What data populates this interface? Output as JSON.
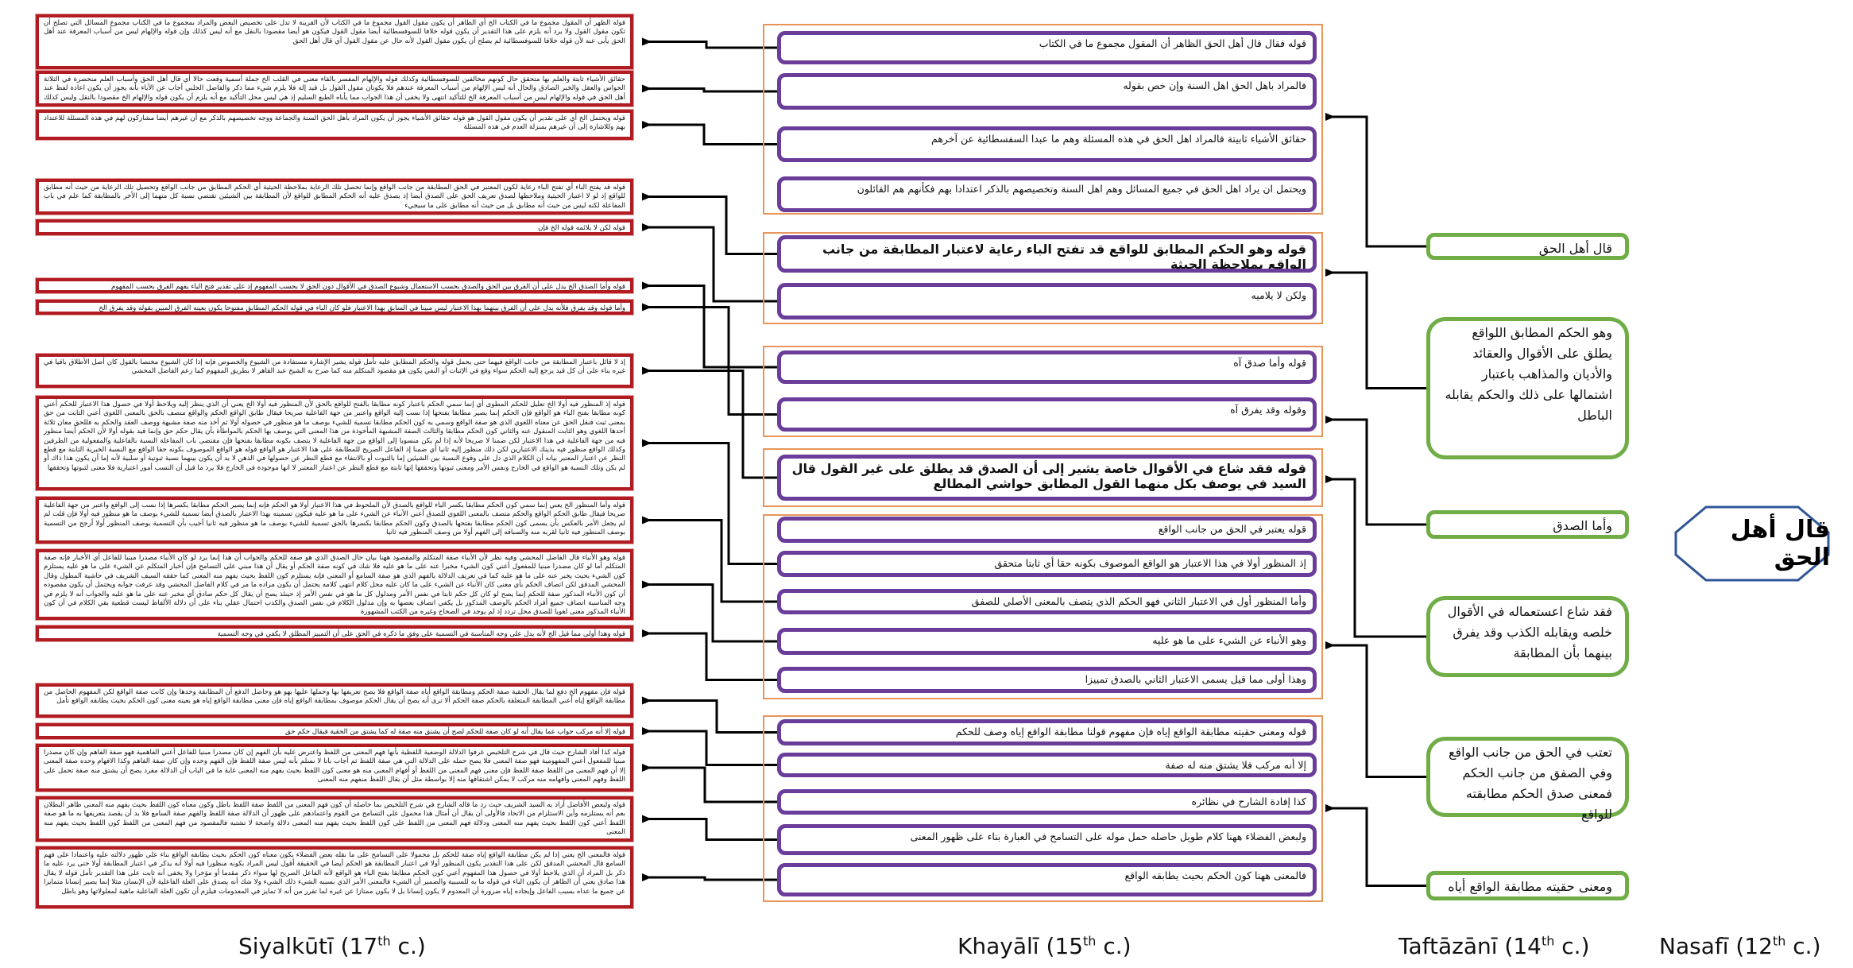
{
  "root": {
    "label": "قال أهل الحق"
  },
  "columns": [
    {
      "name": "Siyalkūtī (17",
      "ord": "th",
      "suffix": " c.)"
    },
    {
      "name": "Khayālī (15",
      "ord": "th",
      "suffix": " c.)"
    },
    {
      "name": "Taftāzānī (14",
      "ord": "th",
      "suffix": " c.)"
    },
    {
      "name": "Nasafī (12",
      "ord": "th",
      "suffix": " c.)"
    }
  ],
  "taftazani": [
    "قال أهل الحق",
    "وهو الحكم المطابق اللواقع يطلق على الأقوال والعقائد والأديان والمذاهب باعتبار اشتمالها على ذلك والحكم يقابله الباطل",
    "وأما الصدق",
    "فقد شاع اعستعماله في الأقوال خلصه ويقابله الكذب وقد يفرق بينهما بأن المطابقة",
    "تعتب في الحق من جانب الواقع وفي الصفق من جانب الحكم فمعنى صدق الحكم مطابقته للواقع",
    "ومعنى حقيته مطابقة الواقع أياه"
  ],
  "khayali": [
    "قوله فقال قال أهل الحق الظاهر أن المقول مجموع ما في الكتاب",
    "فالمراد باهل الحق اهل السنة وإن خص بقوله",
    "حقائق الأشياء ثابيتة فالمراد اهل الحق في هذه المسئلة وهم ما عبدا السفسطائية عن آخرهم",
    "ويحتمل ان يراد اهل الحق في جميع المسائل وهم اهل السنة وتخصيصهم بالذكر اعتدادا بهم فكأنهم هم القائلون",
    "قوله وهو الحكم المطابق للواقع قد تفتح الباء رعاية لاعتبار المطابقة من جانب الواقع بملاحظة الحيثة",
    "ولكن لا يلاميه",
    "قوله وأما صدق آه",
    "وقوله وقد يفرق آه",
    "قوله فقد شاع في الأقوال خاصة يشير إلى أن الصدق قد يطلق على غير القول قال السيد في يوصف بكل منهما القول المطابق حواشي المطالع",
    "قوله يعتبر في الحق من جانب الواقع",
    "إذ المنظور أولا في هذا الاعتبار هو الواقع الموصوف بكونه حقا أي ثابتا متحقق",
    "وأما المنظور أول في الاعتبار الثاني فهو الحكم الذي يتصف بالمعنى الأصلي للصفق",
    "وهو الأنباء عن الشيء على ما هو عليه",
    "وهذا أولى مما قيل يسمى الاعتبار الثاني بالصدق تمييزا",
    "قوله ومعنى حقيته مطابقة الواقع إياه فإن مفهوم قولنا مطابقة الواقع إياه وصف للحكم",
    "إلا أنه مركب فلا يشتق منه له صفة",
    "كذا إفادة الشارح في نظائره",
    "ولبعض الفضلاء ههنا كلام طويل حاصله حمل موله على التسامح في العبارة بناء على ظهور المعنى",
    "فالمعنى ههنا كون الحكم بحيث يطابقه الواقع"
  ],
  "siyalkuti": [
    "قوله الظهر أن المقول مجموع ما في الكتاب الخ أي الظاهر أن يكون مقول القول مجموع ما في الكتاب لأن القرينة لا تدل على تخصيص البعض والمراد بمجموع ما في الكتاب مجموع المسائل التي تصلح أن تكون مقول القول ولا يرد أنه يلزم على هذا التقدير أن يكون قوله خلافا للسوفسطائية أيضا مقول القول فيكون هو أيضا مقصودا بالنقل مع أنه ليس كذلك وإن قوله والإلهام ليس من أسباب المعرفة عند أهل الحق يأبى عنه لأن قوله خلافا للسوفسطائية لم يصلح أن يكون مقول القول لأنه حال عن مقول القول أي قال أهل الحق",
    "حقائق الأشياء ثابتة والعلم بها متحقق حال كونهم مخالفين للسوفسطائية وكذلك قوله والإلهام المفسر بالقاء معنى في القلب الخ جملة أسمية وقعت حالا أي قال أهل الحق وأسباب العلم منحصرة في الثلاثة الحواس والعقل والخبر الصادق والحال أنه ليس الإلهام من أسباب المعرفة عندهم فلا يكونان مقول القول بل قيد إله فلا يلزم شيء مما ذكر والفاضل الحلبي أجاب عن الأباء بأنه يجوز أن يكون اعادة لفظ عند أهل الحق في قوله والإلهام ليس من أسباب المعرفة الخ للتأكيد انتهى ولا يخفى أن هذا الجواب مما يأباه الطبع السليم إذ هي ليس محل التأكيد مع أنه يلزم أن يكون قوله والإلهام الخ مقصودا بالنقل وليس كذلك فإنه إنما ذكره لدفع بطلان حصر أسباب العلم في الثلاثة كما سيجيء",
    "قوله ويحتمل الخ أي على تقدير أن يكون مقول القول هو قوله حقائق الأشياء يجوز أن يكون المراد بأهل الحق السنة والجماعة ووجه تخصيصهم بالذكر مع أن غيرهم أيضا مشاركون لهم في هذه المسئلة للاعتداد بهم وللاشارة إلى أن غيرهم بمنزلة العدم في هذه المسئلة",
    "قوله قد يفتح الباء أي تفتح الباء رعاية لكون المعتبر في الحق المطابقة من جانب الواقع وإنما تحصل تلك الرعاية بملاحظة الحيثية أي الحكم المطابق من جانب الواقع وتحصيل تلك الرعاية من حيث أنه مطابق للواقع إذ لو لا اعتبار الحيثية وملاحظها لصدق تعريف الحق على الصدق أيضا إذ يصدق عليه أنه الحكم المطابق للواقع لأن المطابقة بين الشيئين تقتضي نسبة كل منهما إلى الأخر بالمطابقة كما علم في باب المفاعلة لكنه ليس من حيث أنه مطابق بل من حيث أنه مطابق على ما سيجيء",
    "قوله لكن لا يلائمه قوله الخ فإن",
    "قوله وأما الصدق الخ يدل على أن الفرق بين الحق والصدق بحسب الاستعمال وشيوع الصدق في الأقوال دون الحق لا بحسب المفهوم إذ على تقدير فتح الباء يفهم الفرق بحسب المفهوم",
    "وأما قوله وقد يفرق فلأنه يدل على أن الفرق بينهما بهذا الاعتبار ليس مبينا في السابق بهذا الاعتبار فلو كان الباء في قوله الحكم المطابق مفتوحا يكون بعينه الفرق المبين بقوله وقد يفرق الخ",
    "إذ لا قائل باعتبار المطابقة من جانب الواقع فيهما حتى يحمل قوله والحكم المطابق عليه تأمل قوله يشير الإشارة مستفادة من الشيوع والخصوص فإنه إذا كان الشيوع مختصا بالقول كان أصل الأطلاق باقيا في غيره بناء على أن كل قيد يرجع إليه الحكم سواء وقع في الإثبات أو النفي يكون هو مقصود المتكلم منه كما صرح به الشيخ عبد القاهر لا بطريق المفهوم كما زعم الفاضل المحشي",
    "قوله إذ المنظور فيه أولا الخ تعليل للحكم المطوى أي إنما سمي الحكم باعتبار كونه مطابقا بالفتح للواقع بالحق لأن المنظور فيه أولا الخ يعني أن الذي ينظر إليه ويلاحظ أولا في حصول هذا الاعتبار للحكم أعني كونه مطابقا بفتح الباء هو الواقع فإن الحكم إنما يصير مطابقا بفتحها إذا نسب إليه الواقع واعتبر من جهة الفاعلية صريحا فيقال طابق الواقع الحكم والواقع متصف بالحق بالمعنى اللغوي أعني الثابت من حق بمعنى ثبت فنقل الحق عن معناه اللغوي الذي هو صفة الواقع وسمي به كون الحكم مطابقا تسمية للشيء بوصف ما هو منظور في حصوله أولا ثم أخذ منه صفة مشبهة ووصف العقد والحكم به فللحق معان ثلاثة أحدها اللغوي وهو الثابت المنقول عنه والثاني كون الحكم مطابقا والثالث الصفة المشبهة المأخوذة من هذا المعنى التي يوصف بها الحكم بالمواطأة بأن يقال حكم حق وإنما قيد بقوله أولا لأن الحكم أيضا منظور فيه من جهة الفاعلية في هذا الاعتبار لكن ضمنا لا صريحا لأنه إذا لم يكن منسوبا إلى الواقع من جهة الفاعلية لا يتصف بكونه مطابقا بفتحها فإن مقتضى باب المفاعلة النسبة بالفاعلية والمفعولية من الطرفين وكذلك الواقع منظور فيه بذينك الاعتبارين لكن ذلك منظور إليه ثانيا أي ضمنا إذ الفاعل الصريح للمطابقة على هذا الاعتبار هو الواقع قوله هو الواقع الموصوف بكونه حقا الواقع مع النسبة الخبرية الثابتة مع قطع النظر عن اعتبار المعتبر بيانه أن الكلام الذي دل على وقوع النسبة بين الشيئين إما بالثبوت أو بالانتفاء مع قطع النظر عن حصولها في الذهن لا بد أن يكون بينهما نسبة ثبوتية أو سلبية لأنه إما أن يكون هذا ذاك أو لم يكن وتلك النسبة هو الواقع في الخارج ونفس الأمر ومعنى ثبوتها وتحققها إنها ثابتة مع قطع النظر عن اعتبار المعتبر لا انها موجودة في الخارج فلا يرد ما قيل أن النسب أمور اعتبارية فلا معنى لثبوتها وتحققها",
    "قوله وأما المنظور الخ يعني إنما سمي كون الحكم مطابقا بكسر الباء للواقع بالصدق لأن الملحوظ في هذا الاعتبار أولا هو الحكم فإنه إنما يصير الحكم مطابقا بكسرها إذا نسب إلى الواقع واعتبر من جهة الفاعلية صريحا فيقال طابق الحكم الواقع والحكم متصف بالمعنى اللغوي للصدق أعني الأنباء عن الشيء على ما هو عليه فيكون تسميته بهذا الاعتبار بالصدق أيضا تسمية للشيء بوصف ما هو منظور فيه أولا فإن قلت لم لم يجعل الأمر بالعكس بأن يسمى كون الحكم مطابقا بفتحها بالصدق وكون الحكم مطابقا بكسرها بالحق تسمية للشيء بوصف ما هو منظور فيه ثانيا أجيب بأن التسمية بوصف المنظور أولا أرجح من التسمية بوصف المنظور فيه ثانيا لقربه منه والسباقه إلى الفهم أولا من وصف المنظور فيه ثانيا",
    "قوله وهو الأنباء قال الفاضل المحشي وفيه نظر لأن الأنباء صفة المتكلم والمقصود ههنا بيان حال الصدق الذي هو صفة للحكم والجواب أن هذا إنما يرد لو كان الأنباء مصدرا مبنيا للفاعل أي الأخبار فإنه صفة المتكلم أما لو كان مصدرا مبنيا للمفعول أعني كون الشيء مخبرا عنه على ما هو عليه فلا شك في كونه صفة الحكم أو يقال أن هذا مبني على التسامح فإن أخبار المتكلم عن الشيء على ما هو عليه يستلزم كون الشيء بحيث يخبر عنه على ما هو عليه كما في تعريف الدلالة بالفهم الذي هو صفة السامع أو المعنى فإنه يستلزم كون اللفظ بحيث يفهم منه المعنى كما حققه السيف الشريف في حاشية المطول وقال المحشي المدقق لكن اتصاف الحكم بأي معنى كان الأنباء عن الشيء على ما كان عليه محل كلام انتهى كلامه يحتمل أن يكون مراده ما مر في كلام الفاضل المحشي وقد عرفت جوابه ويحتمل أن يكون مقصوده أن كون الأنباء المذكور صفة للحكم إنما يصح لو كان كل حكم ثابتا في نفس الأمر ومدلول كل ما هو في نفس الأمر إذ حينئذ يصح أن يقال كل حكم صادق أي مخبر عنه على ما هو عليه والجواب أنه لا يلزم في وجه المناسبة اتصاف جميع أفراد الحكم بالوصف المذكور بل يكفي اتصاف بعضها به وإن مدلول الكلام في نفس الصدق والكذب احتمال عقلي بناء على أن دلالة الألفاظ ليست قطعية بقي الكلام في أن كون الأنباء المذكور معنى لغويا للصدق محل تردد إذ لم يوجد في الصحاح وغيره من الكتب المشهورة",
    "قوله وهذا أولى مما قيل الخ لأنه يدل على وجه المناسبة في التسمية على وفق ما ذكره في الحق على أن التمييز المطلق لا يكفي في وجه التسمية",
    "قوله فإن مفهوم الخ دفع لما يقال الحقية صفة الحكم ومطابقة الواقع أياه صفة الواقع فلا يصح تعريفها بها وحملها عليها بهو هو وحاصل الدفع أن المطابقة وحدها وإن كانت صفة الواقع لكن المفهوم الحاصل من مطابقة الواقع إياه أعني المطابقة المتعلقة بالحكم صفة الحكم ألا ترى أنه يصح أن يقال الحكم موصوف بمطابقة الواقع إياه فإن معنى مطابقة الواقع إياه هو بعينه معنى كون الحكم بحيث يطابقه الواقع تأمل",
    "قوله إلا أنه مركب جواب عما يقال أنه لو كان صفة للحكم لصح أن يشتق منه صفة له كما يشتق من الحقية فيقال حكم حق",
    "قوله كذا أفاد الشارح حيث قال في شرح التلخيص عرفوا الدلالة الوضعية اللفظية بأنها فهم المعنى من اللفظ واعترض عليه بأن الفهم إن كان مصدرا مبنيا للفاعل أعني الفاهمية فهو صفة الفاهم وإن كان مصدرا مبنيا للمفعول أعني المفهومية فهو صفة المعنى فلا يصح حمله على الدلالة التي هي صفة اللفظ ثم أجاب بانا لا نسلم بأنه ليس صفة اللفظ فإن الفهم وحده وإن كان صفة الفاهم وكذا الافهام وحده صفة المعنى إلا أن فهم المعنى من اللفظ صفة اللفظ فإن معنى فهم المعنى من اللفظ أو أفهام المعنى منه هو معنى كون اللفظ بحيث يفهم منه المعنى غاية ما في الباب أن الدلالة مفرد يصح أن يشتق منه صفة تحمل على اللفظ وفهم المعنى وافهامه منه مركب لا يمكن اشتقاقها منه إلا بواسطة مثل أن يقال اللفظ منفهم منه المعنى",
    "قوله ولبعض الأفاضل أراد به السيد الشريف حيث رد ما قاله الشارح في شرح التلخيص بما حاصله أن كون فهم المعنى من اللفظ صفة اللفظ باطل وكون معناه كون اللفظ بحيث يفهم منه المعنى ظاهر البطلان بعم أنه يستلزمه وأين الاستلزام من الاتحاد فالأولى أن يقال أن أمثال هذا محمول على التسامح من القوم واعتمادهم على ظهور أن الدلالة صفة اللفظ والفهم صفة السامع فلا بد أن يقصد بتعريفها به ما هو صفة اللفظ أعني كون اللفظ بحيث يفهم منه المعنى ودلالة فهم المعنى من اللفظ على كون اللفظ بحيث يفهم منه المعنى دلالة واضحة لا تشتبه فالمقصود من فهم المعنى من اللفظ كون اللفظ بحيث يفهم منه المعنى",
    "قوله فالمعنى الخ يعني إذا لم يكن مطابقة الواقع إياه صفة للحكم بل محمولا على التسامح على ما نقله بعض الفضلاء يكون معناه كون الحكم بحيث يطابقه الواقع بناء على ظهور دلالته عليه واعتمادا على فهم السامع قال المحشي المدقق لكن على هذا التقدير يكون المنظور أولا في اعتبار المطابقة هو الحكم أيضا في الحقيقة أقول ليس المراد بكونه منظورا فيه أولا أنه يذكر في اعتبار المطابقة أولا حتى يرد عليه ما ذكر بل المراد أن الذي يلاحظ أولا في حصول هذا المفهوم أعني كون الحكم مطابقا بفتح الباء هو الواقع لأنه الفاعل الصريح لها سواء ذكر مقدما أو مؤخرا ولا يخفى أنه ثابت على هذا التقدير تأمل قوله لا يقال هذا صادق يعني أن الظاهر أن يكون الباء في قوله ما به للسببية والضمير أن الشيء فالمعنى الأمر الذي بسببه الشيء ذلك الشيء ولا شك أنه يصدق على العلة الفاعلية لأن الإنسان مثلا إنما يصير إنسانا متمايزا عن جميع ما عداه بسبب الفاعل وإيجاده إياه ضرورة أن المعدوم لا يكون إنسانا بل لا يكون ممتازا عن غيره لما تقرر من أنه لا تمايز في المعدومات فيلزم أن تكون العلة الفاعلية ماهية لمعلولاتها وهو باطل"
  ],
  "colors": {
    "siyalkuti_border": "#b01c22",
    "khayali_border": "#6a3d9a",
    "khayali_group": "#e8955a",
    "taftazani_border": "#70ad47",
    "nasafi_border": "#2f5597"
  }
}
